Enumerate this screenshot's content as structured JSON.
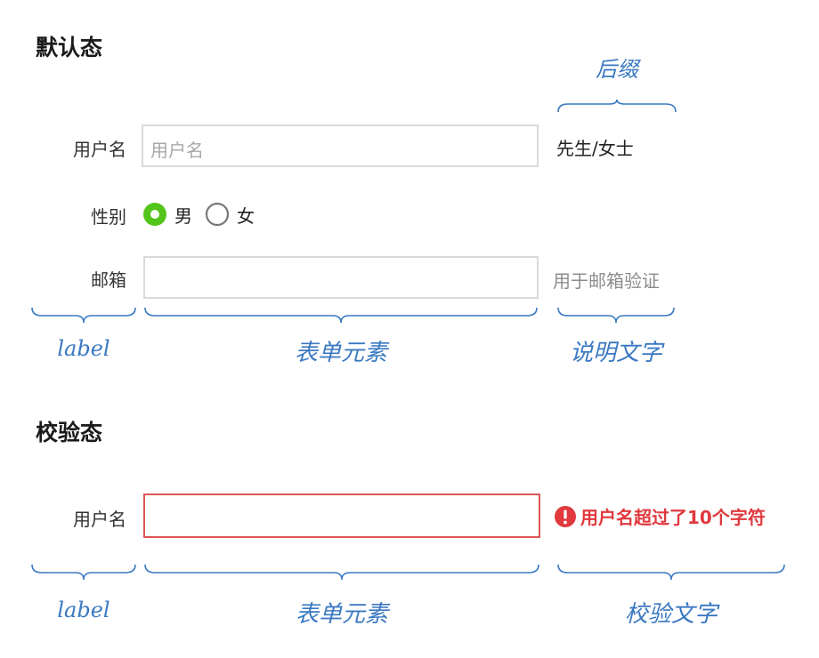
{
  "default_state": {
    "title": "默认态",
    "suffix_annotation": "后缀",
    "username": {
      "label": "用户名",
      "placeholder": "用户名",
      "suffix": "先生/女士"
    },
    "gender": {
      "label": "性别",
      "options": [
        "男",
        "女"
      ],
      "selected": "男"
    },
    "email": {
      "label": "邮箱",
      "value": "",
      "help": "用于邮箱验证"
    },
    "annotations": {
      "label": "label",
      "element": "表单元素",
      "help": "说明文字"
    }
  },
  "validate_state": {
    "title": "校验态",
    "username": {
      "label": "用户名",
      "value": "",
      "error": "用户名超过了10个字符"
    },
    "annotations": {
      "label": "label",
      "element": "表单元素",
      "help": "校验文字"
    }
  },
  "colors": {
    "accent_green": "#52c41a",
    "error_red": "#e0393e",
    "annotation_blue": "#3a78c2"
  }
}
